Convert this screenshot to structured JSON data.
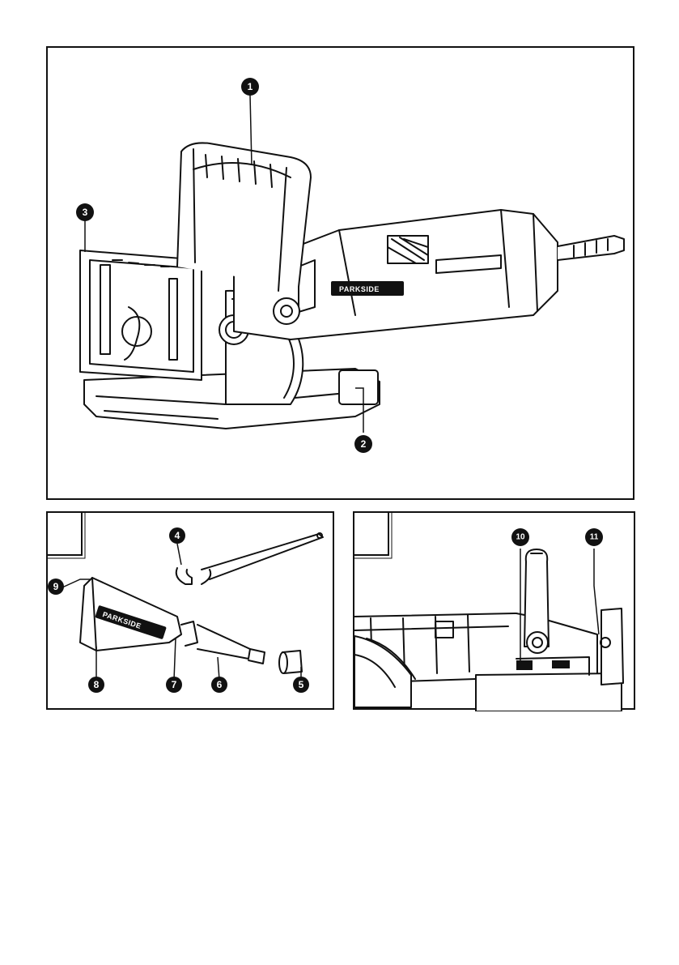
{
  "figure_main": {
    "callouts": [
      "1",
      "2",
      "3"
    ],
    "brand_label": "PARKSIDE"
  },
  "figure_accessories": {
    "callouts": [
      "4",
      "5",
      "6",
      "7",
      "8",
      "9"
    ],
    "brand_label": "PARKSIDE"
  },
  "figure_detail": {
    "callouts": [
      "10",
      "11"
    ]
  },
  "colors": {
    "line": "#111111",
    "background": "#ffffff",
    "callout_fill": "#111111"
  },
  "icons": [
    "biscuit-joiner-drawing",
    "wrench-drawing",
    "dust-adapter-drawing",
    "joiner-detail-drawing"
  ]
}
